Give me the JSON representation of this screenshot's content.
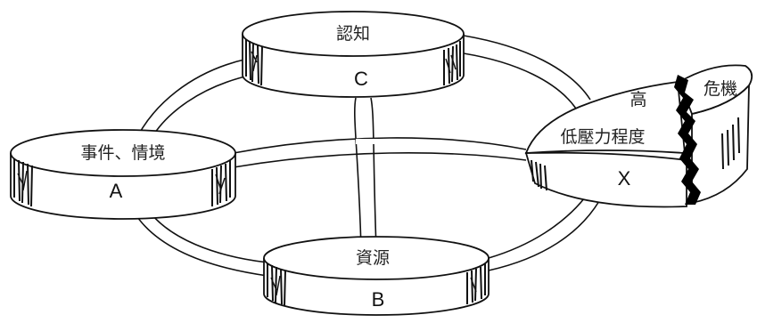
{
  "nodes": {
    "c": {
      "top_label": "認知",
      "letter": "C"
    },
    "a": {
      "top_label": "事件、情境",
      "letter": "A"
    },
    "b": {
      "top_label": "資源",
      "letter": "B"
    },
    "x": {
      "letter": "X",
      "label_high": "高",
      "label_low": "低壓力程度",
      "label_crisis": "危機"
    }
  }
}
